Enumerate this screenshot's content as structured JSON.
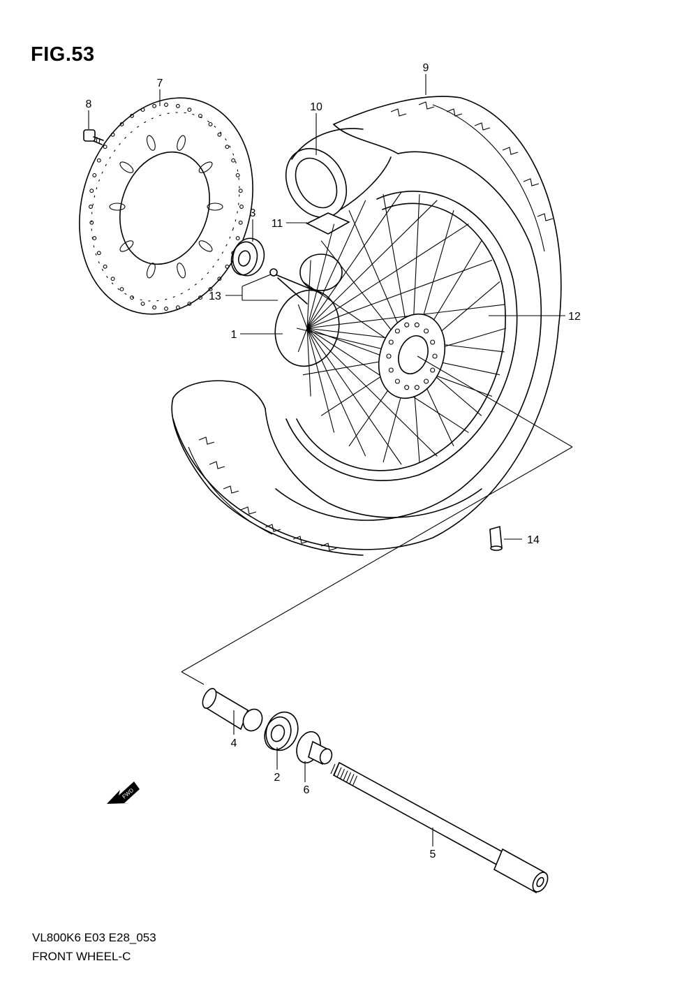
{
  "figure": {
    "title": "FIG.53",
    "model_code": "VL800K6 E03 E28_053",
    "name": "FRONT WHEEL-C",
    "direction_marker": "FWD"
  },
  "callouts": [
    {
      "id": "1",
      "label": "1"
    },
    {
      "id": "2",
      "label": "2"
    },
    {
      "id": "3",
      "label": "3"
    },
    {
      "id": "4",
      "label": "4"
    },
    {
      "id": "5",
      "label": "5"
    },
    {
      "id": "6",
      "label": "6"
    },
    {
      "id": "7",
      "label": "7"
    },
    {
      "id": "8",
      "label": "8"
    },
    {
      "id": "9",
      "label": "9"
    },
    {
      "id": "10",
      "label": "10"
    },
    {
      "id": "11",
      "label": "11"
    },
    {
      "id": "12",
      "label": "12"
    },
    {
      "id": "13",
      "label": "13"
    },
    {
      "id": "14",
      "label": "14"
    }
  ],
  "icons": {
    "brake_disc": "brake-disc-icon",
    "bolt": "bolt-icon",
    "bearing": "bearing-icon",
    "tire": "tire-icon",
    "tube": "inner-tube-icon",
    "rim_band": "rim-band-icon",
    "spokes": "spoke-icon",
    "hub": "hub-icon",
    "spacer": "spacer-icon",
    "axle": "axle-icon",
    "collar": "collar-icon",
    "valve_cap": "valve-cap-icon",
    "forward_arrow": "forward-arrow-icon"
  },
  "colors": {
    "line": "#000000",
    "background": "#ffffff"
  }
}
